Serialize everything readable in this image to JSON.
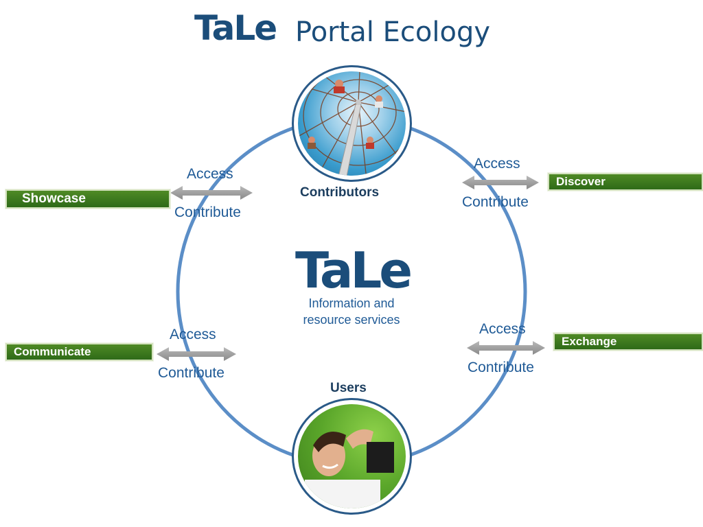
{
  "header": {
    "logo_text": "TaLe",
    "title_text": "Portal Ecology"
  },
  "center": {
    "logo_text": "TaLe",
    "subtitle_line1": "Information and",
    "subtitle_line2": "resource services"
  },
  "nodes": {
    "contributors": "Contributors",
    "users": "Users"
  },
  "flows": {
    "top_left": {
      "access": "Access",
      "contribute": "Contribute"
    },
    "top_right": {
      "access": "Access",
      "contribute": "Contribute"
    },
    "bottom_left": {
      "access": "Access",
      "contribute": "Contribute"
    },
    "bottom_right": {
      "access": "Access",
      "contribute": "Contribute"
    }
  },
  "services": {
    "showcase": "Showcase",
    "discover": "Discover",
    "communicate": "Communicate",
    "exchange": "Exchange"
  },
  "colors": {
    "brand_blue": "#1b4d7a",
    "ring_blue": "#5b8ec7",
    "arrow_gray": "#9a9a9a",
    "service_green": "#3d7a1f"
  }
}
